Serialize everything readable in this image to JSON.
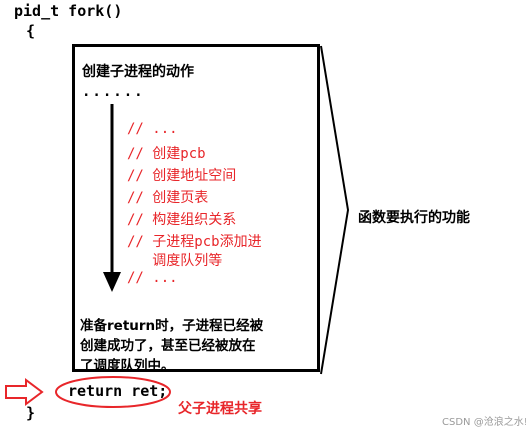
{
  "code": {
    "signature": "pid_t fork()",
    "open_brace": "{",
    "return_stmt": "return ret;",
    "close_brace": "}"
  },
  "box": {
    "heading": "创建子进程的动作",
    "dots": "......",
    "steps": [
      "// ...",
      "// 创建pcb",
      "// 创建地址空间",
      "// 创建页表",
      "// 构建组织关系",
      "// 子进程pcb添加进",
      "   调度队列等",
      "// ..."
    ],
    "note_lines": [
      "准备return时，子进程已经被",
      "创建成功了，甚至已经被放在",
      "了调度队列中。"
    ]
  },
  "brace_label": "函数要执行的功能",
  "annotation": "父子进程共享",
  "watermark": "CSDN @沧浪之水!",
  "colors": {
    "accent_red": "#e8262a",
    "ink": "#000000"
  }
}
